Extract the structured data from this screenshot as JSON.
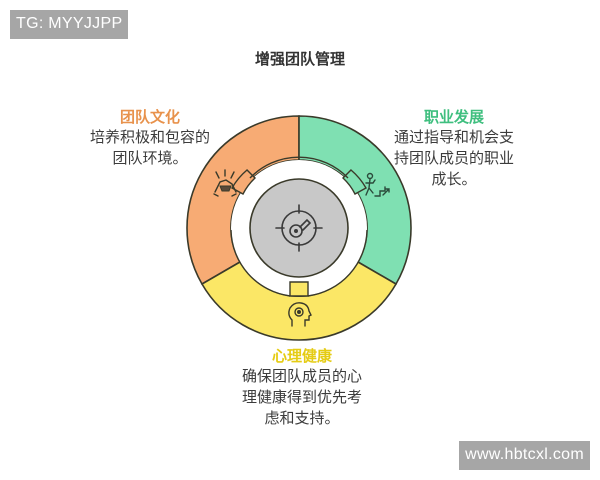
{
  "watermarks": {
    "top_left": "TG: MYYJJPP",
    "bottom_right": "www.hbtcxl.com"
  },
  "title": "增强团队管理",
  "center": {
    "icon": "target-key-icon",
    "color": "#c8c8c8"
  },
  "segments": [
    {
      "id": "culture",
      "title": "团队文化",
      "lines": [
        "培养积极和包容的",
        "团队环境。"
      ],
      "color": "#f7ab74",
      "title_color": "#e8924c",
      "icon": "hands-together-icon"
    },
    {
      "id": "career",
      "title": "职业发展",
      "lines": [
        "通过指导和机会支",
        "持团队成员的职业",
        "成长。"
      ],
      "color": "#7fe0b2",
      "title_color": "#3fbf7f",
      "icon": "person-climbing-stairs-icon"
    },
    {
      "id": "mental",
      "title": "心理健康",
      "lines": [
        "确保团队成员的心",
        "理健康得到优先考",
        "虑和支持。"
      ],
      "color": "#fbe766",
      "title_color": "#e5cc14",
      "icon": "head-flower-icon"
    }
  ]
}
